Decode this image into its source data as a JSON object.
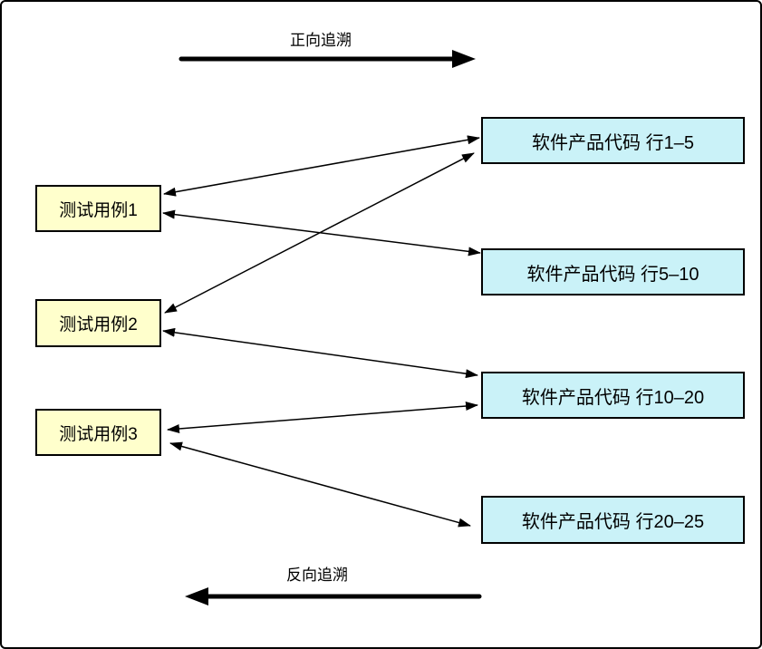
{
  "diagram": {
    "forward_label": "正向追溯",
    "backward_label": "反向追溯",
    "test_cases": [
      {
        "id": "tc1",
        "label": "测试用例1"
      },
      {
        "id": "tc2",
        "label": "测试用例2"
      },
      {
        "id": "tc3",
        "label": "测试用例3"
      }
    ],
    "code_segments": [
      {
        "id": "code-1-5",
        "label": "软件产品代码 行1–5"
      },
      {
        "id": "code-5-10",
        "label": "软件产品代码 行5–10"
      },
      {
        "id": "code-10-20",
        "label": "软件产品代码 行10–20"
      },
      {
        "id": "code-20-25",
        "label": "软件产品代码 行20–25"
      }
    ],
    "edges": [
      {
        "from": "测试用例1",
        "to": "软件产品代码 行1–5",
        "bidirectional": true
      },
      {
        "from": "测试用例1",
        "to": "软件产品代码 行5–10",
        "bidirectional": true
      },
      {
        "from": "测试用例2",
        "to": "软件产品代码 行1–5",
        "bidirectional": true
      },
      {
        "from": "测试用例2",
        "to": "软件产品代码 行10–20",
        "bidirectional": true
      },
      {
        "from": "测试用例3",
        "to": "软件产品代码 行10–20",
        "bidirectional": true
      },
      {
        "from": "测试用例3",
        "to": "软件产品代码 行20–25",
        "bidirectional": true
      }
    ],
    "colors": {
      "test_case_fill": "#FFFFCC",
      "code_fill": "#CAF2F8",
      "node_border": "#000000",
      "arrow": "#000000",
      "frame": "#000000"
    }
  }
}
